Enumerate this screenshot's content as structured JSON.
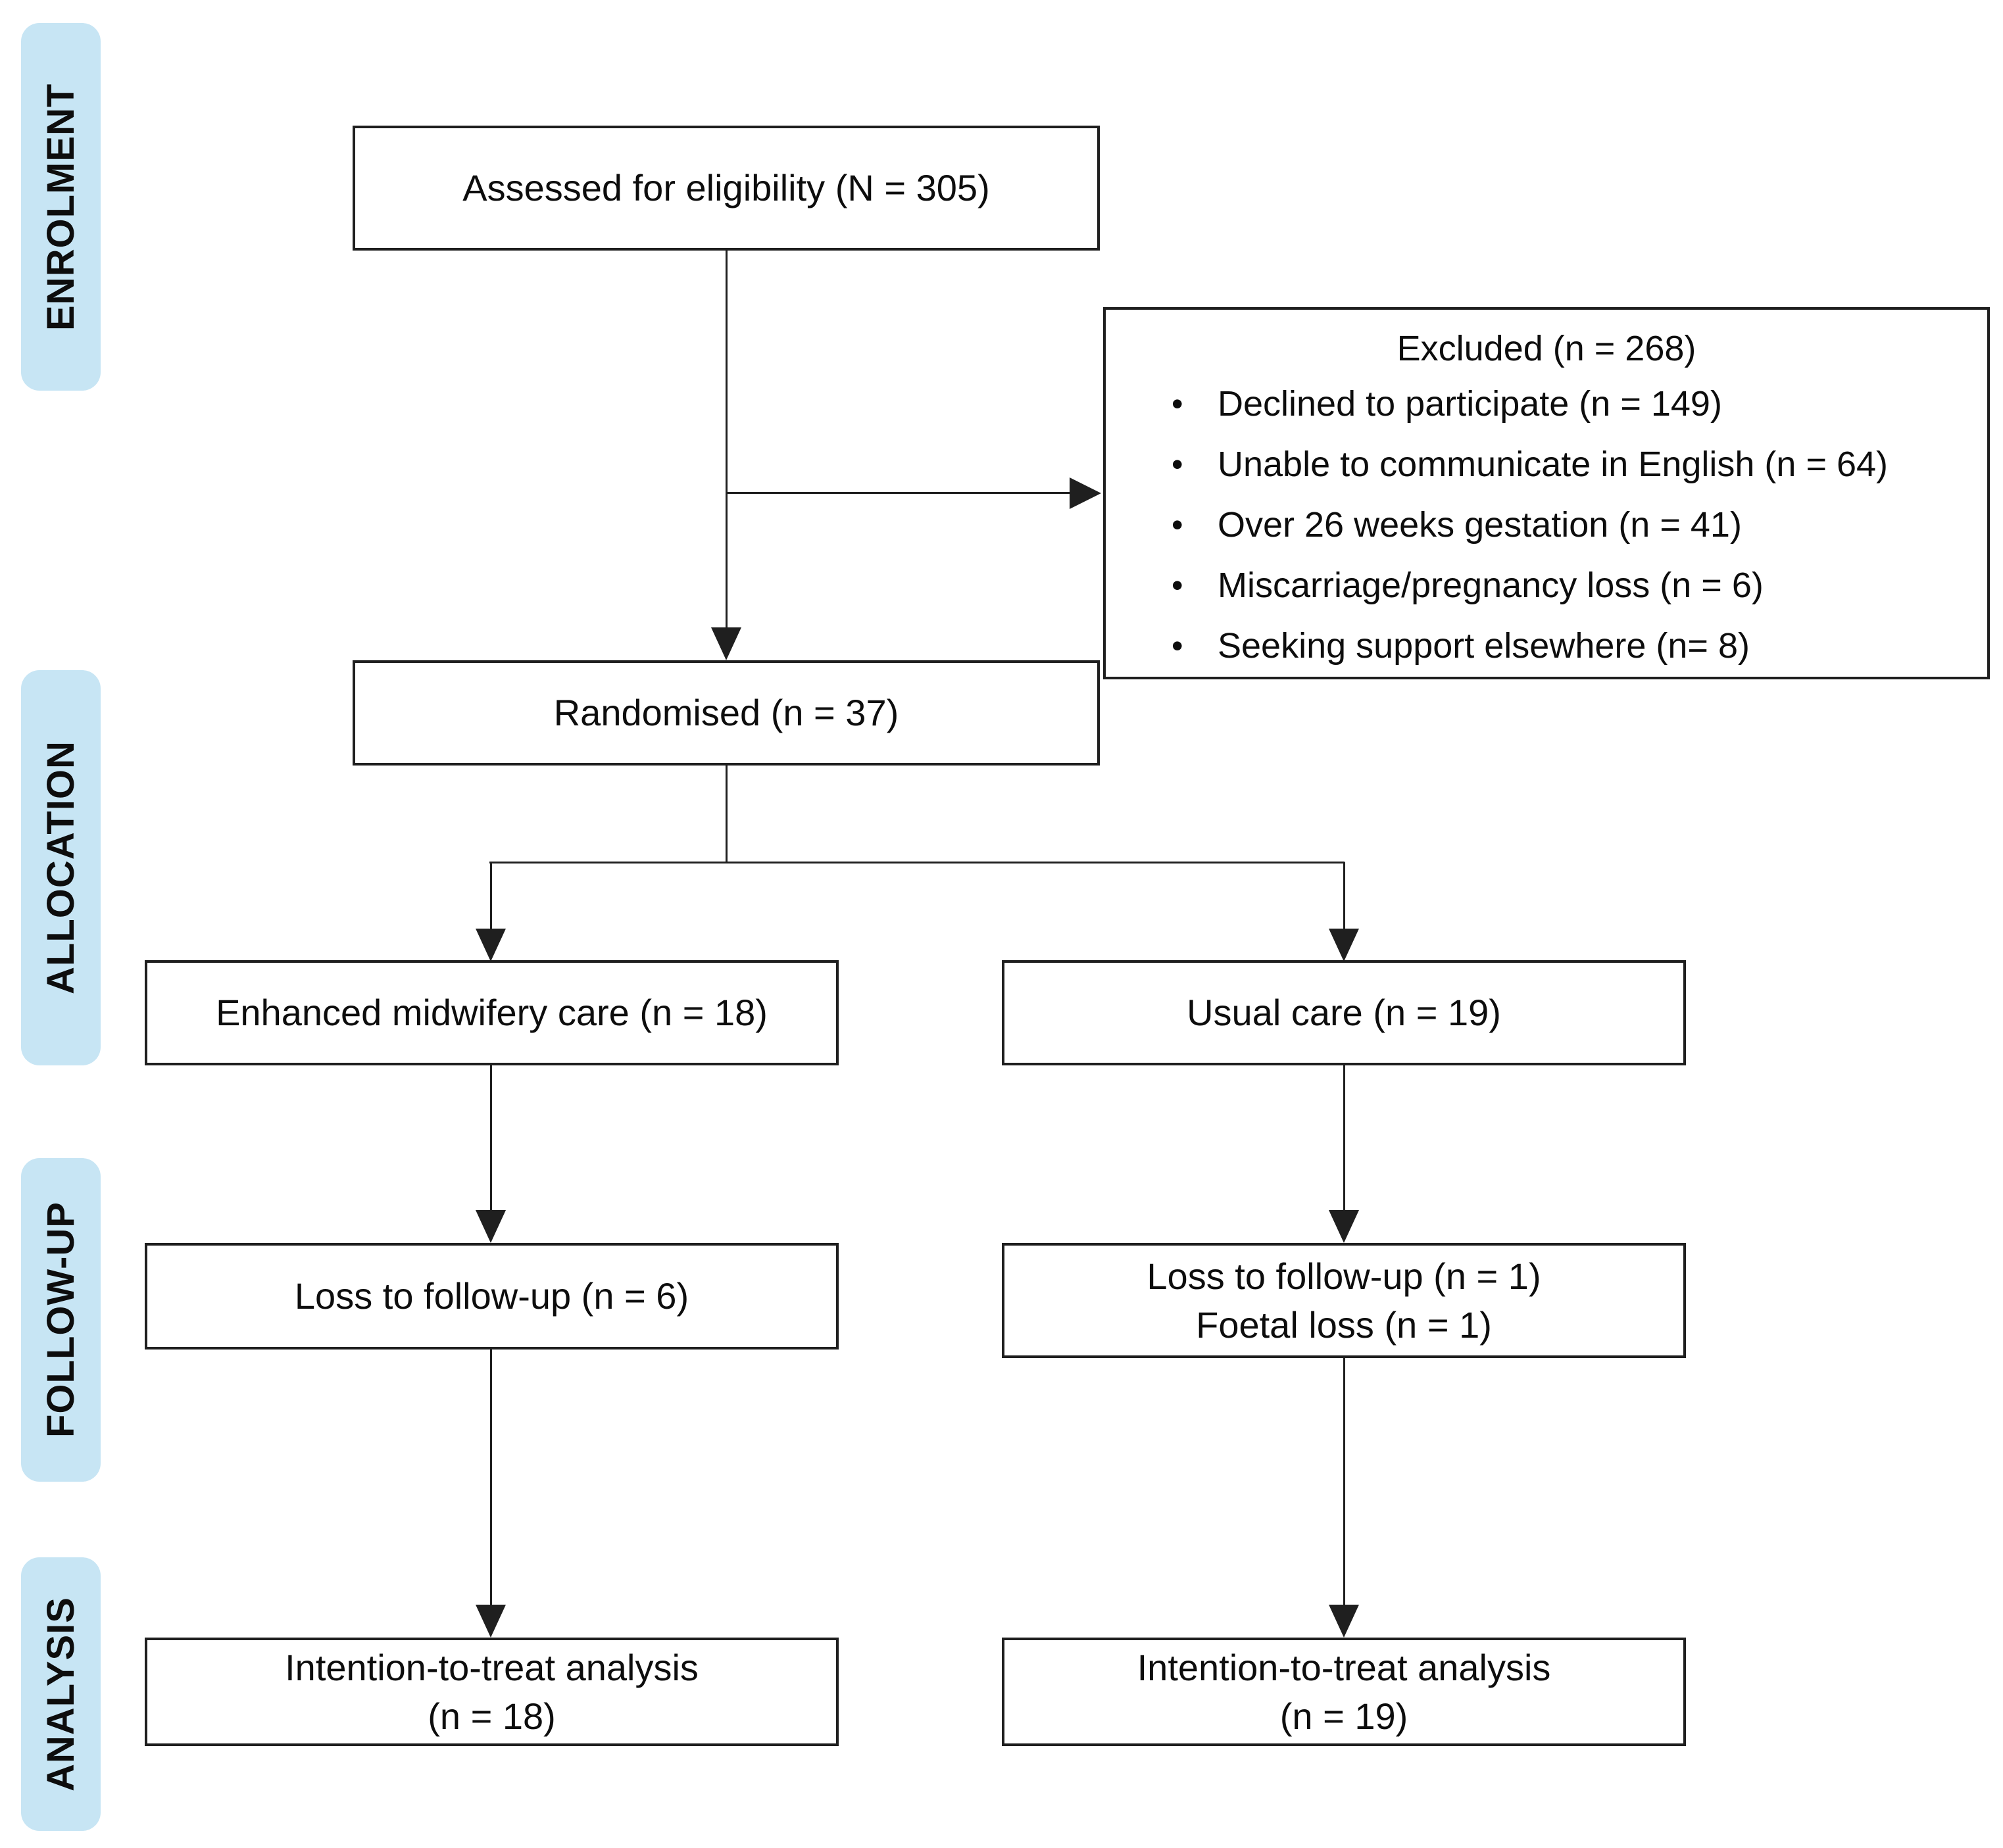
{
  "figure": {
    "stages": [
      {
        "id": "enrolment",
        "label": "ENROLMENT"
      },
      {
        "id": "allocation",
        "label": "ALLOCATION"
      },
      {
        "id": "followup",
        "label": "FOLLOW-UP"
      },
      {
        "id": "analysis",
        "label": "ANALYSIS"
      }
    ],
    "boxes": {
      "assessed": {
        "label": "Assessed for eligibility (N = 305)"
      },
      "excluded": {
        "title": "Excluded (n = 268)",
        "bullet_glyph": "•",
        "items": [
          "Declined to participate (n = 149)",
          "Unable to communicate in English (n = 64)",
          "Over 26 weeks gestation (n = 41)",
          "Miscarriage/pregnancy loss (n = 6)",
          "Seeking support elsewhere (n= 8)"
        ]
      },
      "randomised": {
        "label": "Randomised (n = 37)"
      },
      "allocation_left": {
        "label": "Enhanced midwifery care (n = 18)"
      },
      "allocation_right": {
        "label": "Usual care (n = 19)"
      },
      "followup_left": {
        "label": "Loss to follow-up (n = 6)"
      },
      "followup_right": {
        "lines": [
          "Loss to follow-up (n = 1)",
          "Foetal loss (n = 1)"
        ]
      },
      "analysis_left": {
        "lines": [
          "Intention-to-treat analysis",
          "(n = 18)"
        ]
      },
      "analysis_right": {
        "lines": [
          "Intention-to-treat analysis",
          "(n = 19)"
        ]
      }
    },
    "colors": {
      "stage_bg": "#c7e5f4",
      "line": "#1f1f1f",
      "box_border": "#1f1f1f",
      "text": "#0d0d0d",
      "background": "#ffffff"
    }
  }
}
